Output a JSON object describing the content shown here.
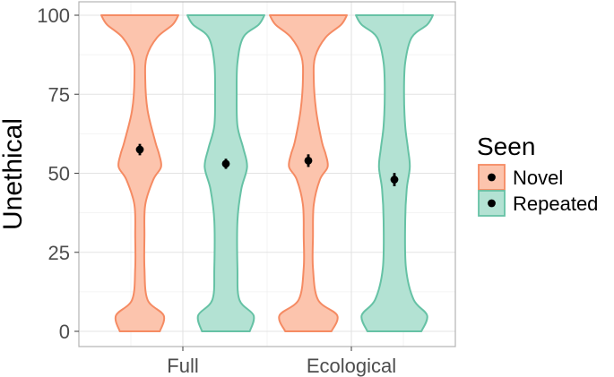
{
  "chart_data": {
    "type": "violin",
    "title": "",
    "xlabel": "",
    "ylabel": "Unethical",
    "categories": [
      "Full",
      "Ecological"
    ],
    "ylim": [
      0,
      100
    ],
    "yticks": [
      0,
      25,
      50,
      75,
      100
    ],
    "grid": true,
    "legend": {
      "title": "Seen",
      "placement": "right",
      "entries": [
        "Novel",
        "Repeated"
      ]
    },
    "series": [
      {
        "name": "Novel",
        "fill": "#fcc4ad",
        "stroke": "#f58b63",
        "means": [
          57.5,
          54
        ],
        "error": [
          1.8,
          2.0
        ],
        "density": [
          [
            [
              0,
              0.52
            ],
            [
              5,
              0.62
            ],
            [
              10,
              0.2
            ],
            [
              20,
              0.12
            ],
            [
              30,
              0.12
            ],
            [
              40,
              0.14
            ],
            [
              48,
              0.35
            ],
            [
              52,
              0.55
            ],
            [
              56,
              0.5
            ],
            [
              60,
              0.4
            ],
            [
              70,
              0.2
            ],
            [
              80,
              0.14
            ],
            [
              87,
              0.18
            ],
            [
              93,
              0.45
            ],
            [
              97,
              0.85
            ],
            [
              100,
              1.0
            ]
          ],
          [
            [
              0,
              0.6
            ],
            [
              5,
              0.75
            ],
            [
              10,
              0.25
            ],
            [
              20,
              0.12
            ],
            [
              30,
              0.12
            ],
            [
              40,
              0.14
            ],
            [
              48,
              0.3
            ],
            [
              52,
              0.5
            ],
            [
              56,
              0.45
            ],
            [
              60,
              0.35
            ],
            [
              70,
              0.2
            ],
            [
              80,
              0.14
            ],
            [
              87,
              0.18
            ],
            [
              93,
              0.45
            ],
            [
              97,
              0.85
            ],
            [
              100,
              1.0
            ]
          ]
        ]
      },
      {
        "name": "Repeated",
        "fill": "#b3e2d3",
        "stroke": "#66c2a5",
        "means": [
          53,
          48
        ],
        "error": [
          1.6,
          2.1
        ],
        "density": [
          [
            [
              0,
              0.62
            ],
            [
              5,
              0.72
            ],
            [
              10,
              0.35
            ],
            [
              20,
              0.3
            ],
            [
              35,
              0.3
            ],
            [
              45,
              0.4
            ],
            [
              52,
              0.55
            ],
            [
              58,
              0.45
            ],
            [
              65,
              0.3
            ],
            [
              75,
              0.28
            ],
            [
              85,
              0.3
            ],
            [
              93,
              0.45
            ],
            [
              97,
              0.85
            ],
            [
              100,
              1.0
            ]
          ],
          [
            [
              0,
              0.7
            ],
            [
              5,
              0.85
            ],
            [
              10,
              0.5
            ],
            [
              20,
              0.3
            ],
            [
              35,
              0.28
            ],
            [
              45,
              0.32
            ],
            [
              52,
              0.4
            ],
            [
              58,
              0.35
            ],
            [
              65,
              0.28
            ],
            [
              75,
              0.25
            ],
            [
              85,
              0.28
            ],
            [
              93,
              0.45
            ],
            [
              97,
              0.85
            ],
            [
              100,
              1.0
            ]
          ]
        ]
      }
    ]
  }
}
